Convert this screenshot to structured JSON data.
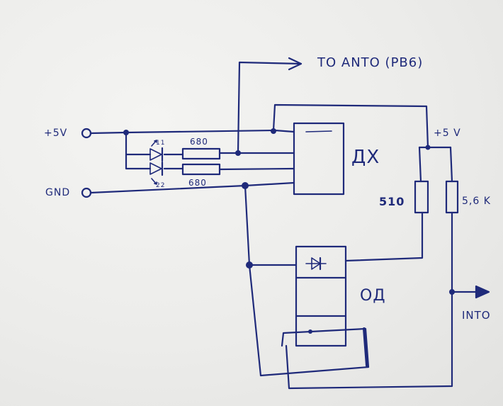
{
  "labels": {
    "to_int0": "TO ANTO (PB6)",
    "vcc_left": "+5V",
    "gnd_left": "GND",
    "r1_value": "680",
    "r2_value": "680",
    "led_mark1": "11",
    "led_mark2": "22",
    "ir_emitter_block": "ДХ",
    "vcc_right": "+5 V",
    "r3_value": "510",
    "r4_value": "5,6 K",
    "optocoupler_block": "ОД",
    "int0_out": "INTO"
  },
  "colors": {
    "ink": "#1f2a7a",
    "paper": "#eeeeec"
  }
}
